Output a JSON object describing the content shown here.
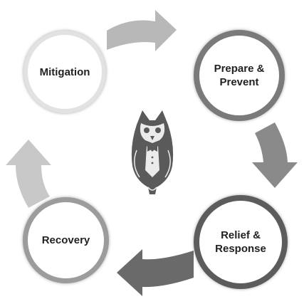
{
  "diagram": {
    "steps": [
      {
        "label": "Mitigation"
      },
      {
        "label": "Prepare &\nPrevent"
      },
      {
        "label": "Relief &\nResponse"
      },
      {
        "label": "Recovery"
      }
    ],
    "colors": {
      "arrow_top": "#b8b8b8",
      "arrow_right": "#8a8a8a",
      "arrow_bottom": "#6a6a6a",
      "arrow_left": "#c8c8c8",
      "owl_body": "#5a5a5a",
      "owl_face": "#ebebeb"
    },
    "center_icon": "owl-logo-icon"
  }
}
